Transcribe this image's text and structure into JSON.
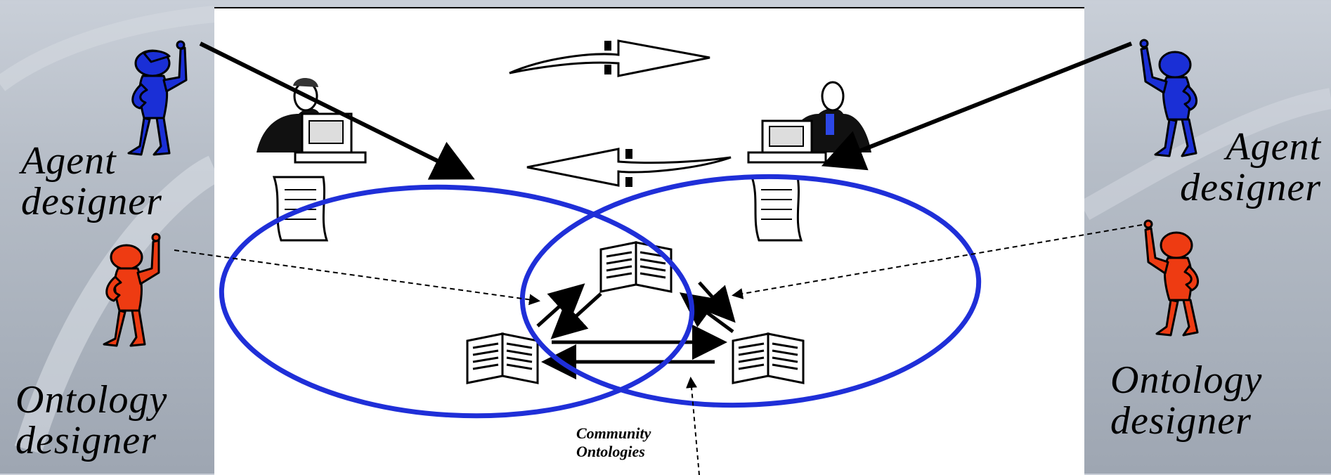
{
  "labels": {
    "left_agent": "Agent designer",
    "left_ontology": "Ontology designer",
    "right_agent": "Agent designer",
    "right_ontology": "Ontology designer",
    "community_line1": "Community",
    "community_line2": "Ontologies"
  },
  "colors": {
    "agent_figure": "#1a2fd6",
    "ontology_figure": "#ee3b12",
    "ellipse": "#1f2fd8",
    "arrow": "#000000"
  },
  "icons": [
    "person-at-computer-icon",
    "scroll-icon",
    "open-book-icon",
    "exchange-arrow-icon",
    "stick-figure-icon"
  ]
}
